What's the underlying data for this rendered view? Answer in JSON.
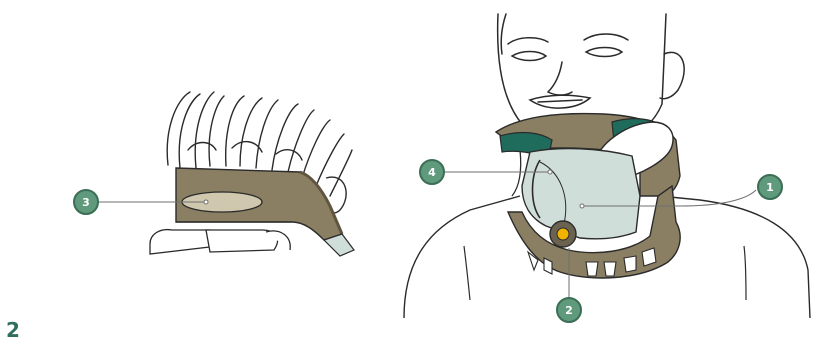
{
  "figure": {
    "number": "2"
  },
  "callouts": [
    "1",
    "2",
    "3",
    "4"
  ],
  "colors": {
    "collar_brown": "#8a7f62",
    "collar_brown_dark": "#5f5540",
    "pad_teal_dark": "#1f6b5c",
    "pad_light": "#cfded8",
    "callout_fill": "#5f9a7c",
    "accent_yellow": "#f0b400",
    "line": "#2b2b2b"
  },
  "icons": [
    "callout-badge"
  ]
}
